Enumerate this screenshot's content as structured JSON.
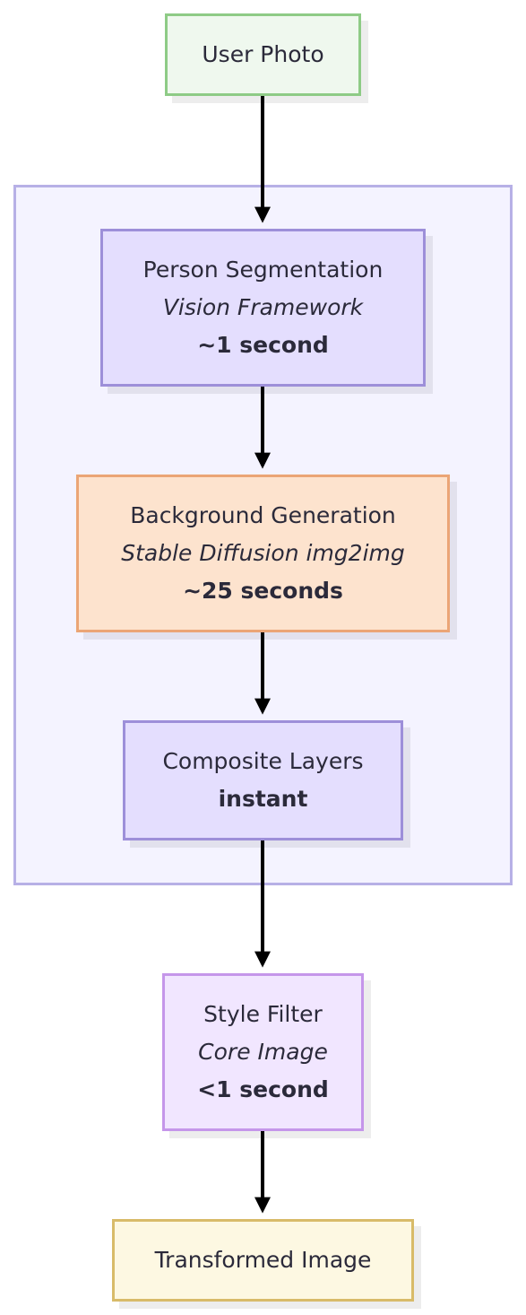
{
  "nodes": {
    "user_photo": {
      "title": "User Photo"
    },
    "segmentation": {
      "title": "Person Segmentation",
      "subtitle": "Vision Framework",
      "time": "~1 second"
    },
    "background": {
      "title": "Background Generation",
      "subtitle": "Stable Diffusion img2img",
      "time": "~25 seconds"
    },
    "composite": {
      "title": "Composite Layers",
      "time": "instant"
    },
    "style_filter": {
      "title": "Style Filter",
      "subtitle": "Core Image",
      "time": "<1 second"
    },
    "output": {
      "title": "Transformed Image"
    }
  },
  "edges": [
    {
      "from": "user_photo",
      "to": "segmentation"
    },
    {
      "from": "segmentation",
      "to": "background"
    },
    {
      "from": "background",
      "to": "composite"
    },
    {
      "from": "composite",
      "to": "style_filter"
    },
    {
      "from": "style_filter",
      "to": "output"
    }
  ],
  "colors": {
    "input_fill": "#eff8ee",
    "input_border": "#8ecb86",
    "process_fill": "#e4defe",
    "process_border": "#9d8fd9",
    "generation_fill": "#fde3ce",
    "generation_border": "#eba576",
    "filter_fill": "#f1e6ff",
    "filter_border": "#c596ea",
    "output_fill": "#fdf8e2",
    "output_border": "#d8bb69",
    "group_fill": "#f4f3ff",
    "group_border": "#b7b0e6",
    "arrow": "#000000"
  }
}
